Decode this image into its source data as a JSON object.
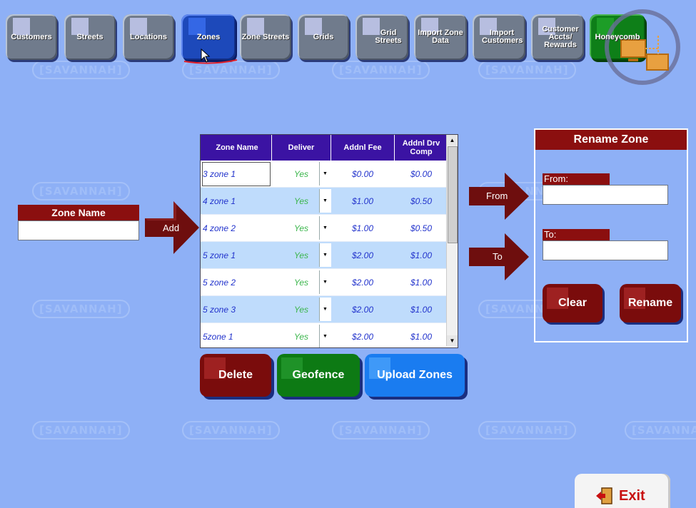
{
  "tabs": [
    {
      "label": "Customers"
    },
    {
      "label": "Streets"
    },
    {
      "label": "Locations"
    },
    {
      "label": "Zones"
    },
    {
      "label": "Zone Streets"
    },
    {
      "label": "Grids"
    },
    {
      "label": "Grid Streets"
    },
    {
      "label": "Import Zone Data"
    },
    {
      "label": "Import Customers"
    },
    {
      "label": "Customer Accts/ Rewards"
    },
    {
      "label": "Honeycomb"
    }
  ],
  "watermark": "[SAVANNAH]",
  "zone_name": {
    "label": "Zone Name",
    "value": ""
  },
  "add_label": "Add",
  "grid": {
    "columns": [
      "Zone Name",
      "Deliver",
      "Addnl Fee",
      "Addnl Drv Comp"
    ],
    "rows": [
      {
        "name": "3 zone 1",
        "deliver": "Yes",
        "fee": "$0.00",
        "comp": "$0.00"
      },
      {
        "name": "4 zone 1",
        "deliver": "Yes",
        "fee": "$1.00",
        "comp": "$0.50"
      },
      {
        "name": "4 zone 2",
        "deliver": "Yes",
        "fee": "$1.00",
        "comp": "$0.50"
      },
      {
        "name": "5 zone 1",
        "deliver": "Yes",
        "fee": "$2.00",
        "comp": "$1.00"
      },
      {
        "name": "5 zone 2",
        "deliver": "Yes",
        "fee": "$2.00",
        "comp": "$1.00"
      },
      {
        "name": "5 zone 3",
        "deliver": "Yes",
        "fee": "$2.00",
        "comp": "$1.00"
      },
      {
        "name": "5zone 1",
        "deliver": "Yes",
        "fee": "$2.00",
        "comp": "$1.00"
      }
    ]
  },
  "from_label": "From",
  "to_label": "To",
  "rename": {
    "title": "Rename Zone",
    "from_label": "From:",
    "to_label": "To:",
    "from_value": "",
    "to_value": "",
    "clear": "Clear",
    "rename": "Rename"
  },
  "buttons": {
    "delete": "Delete",
    "geofence": "Geofence",
    "upload": "Upload Zones"
  },
  "exit_label": "Exit",
  "colors": {
    "background": "#8eb0f6",
    "dark_red": "#8b0f0f",
    "header_purple": "#3b13a3",
    "green": "#0e7f18",
    "blue": "#1a7cf0"
  }
}
